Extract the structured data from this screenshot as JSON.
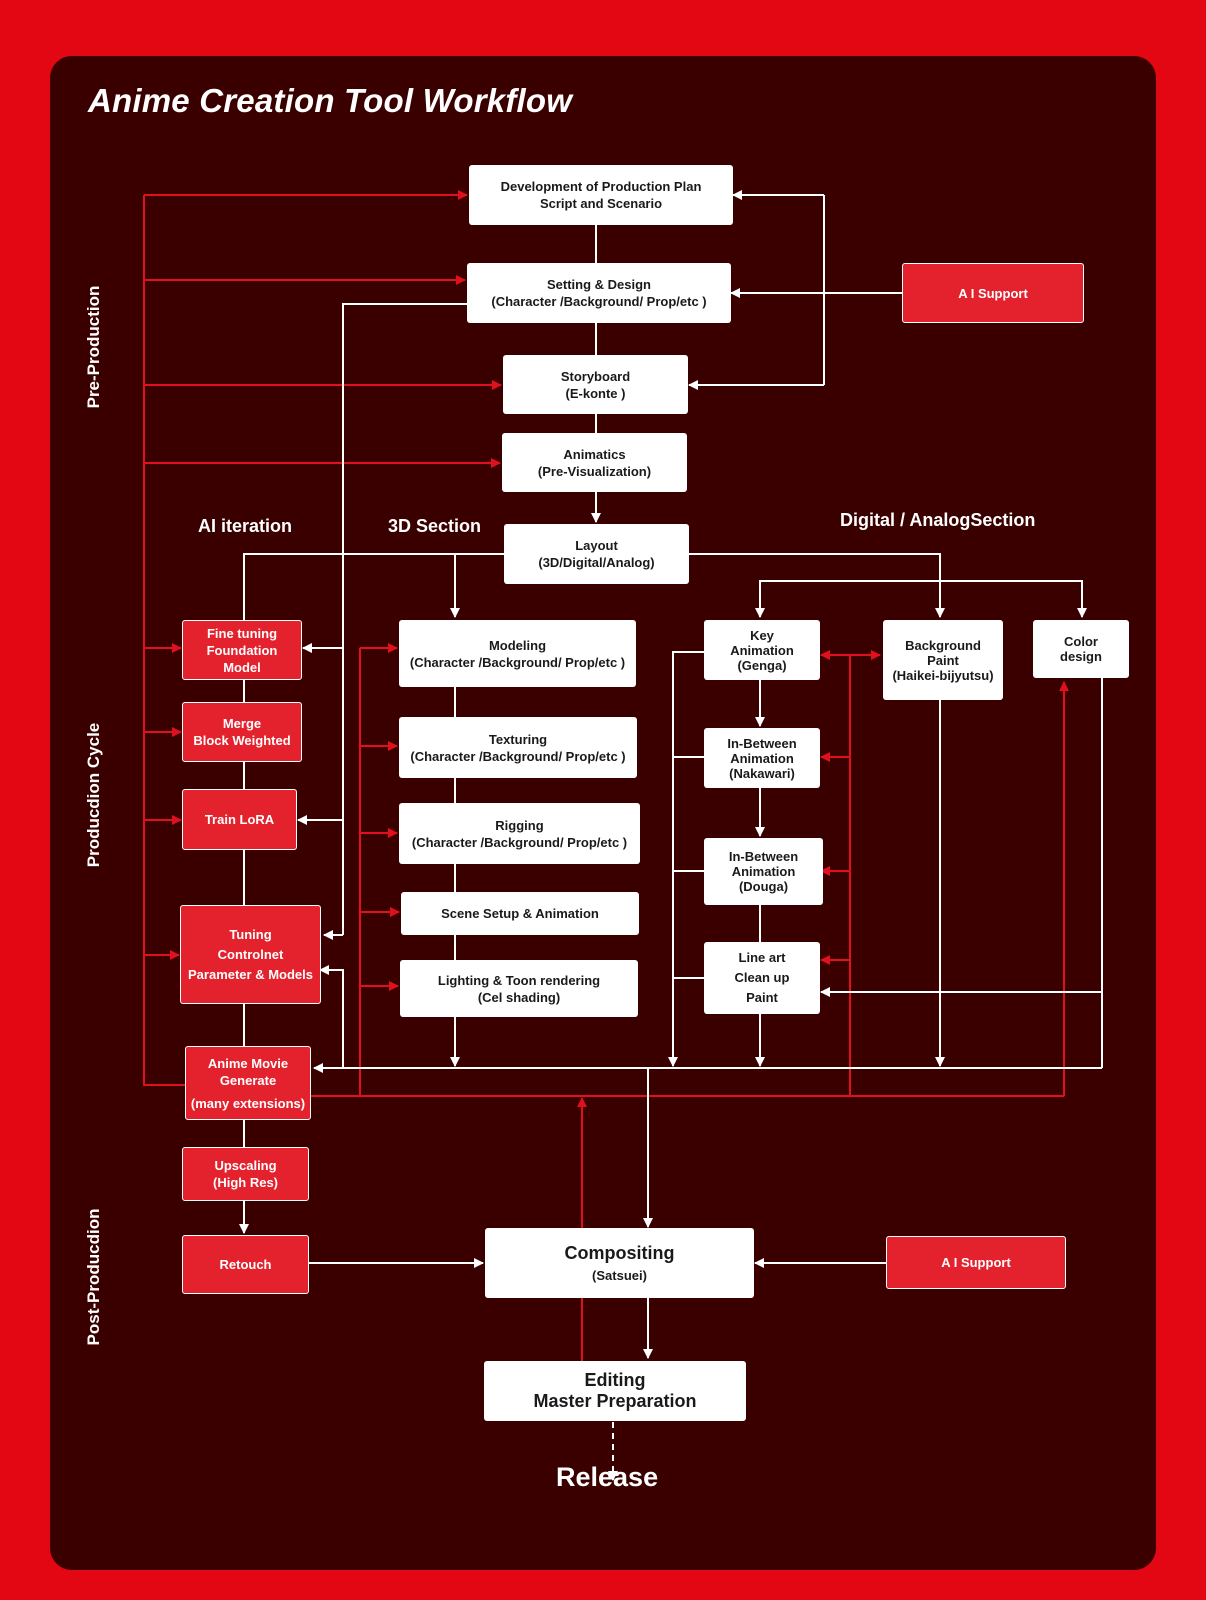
{
  "title": "Anime Creation Tool Workflow",
  "phases": {
    "pre_production": "Pre-Production",
    "production_cycle": "Producdion Cycle",
    "post_production": "Post-Producdion"
  },
  "sections": {
    "ai_iteration": "AI   iteration",
    "three_d": "3D Section",
    "digital_analog": "Digital / AnalogSection"
  },
  "nodes": {
    "production_plan": [
      "Development of Production Plan",
      "Script  and  Scenario"
    ],
    "setting_design": [
      "Setting & Design",
      "(Character /Background/ Prop/etc )"
    ],
    "ai_support_top": [
      "A I Support"
    ],
    "storyboard": [
      "Storyboard",
      "(E-konte )"
    ],
    "animatics": [
      "Animatics",
      "(Pre-Visualization)"
    ],
    "layout": [
      "Layout",
      "(3D/Digital/Analog)"
    ],
    "fine_tuning": [
      "Fine tuning",
      "Foundation",
      "Model"
    ],
    "merge": [
      "Merge",
      "Block Weighted"
    ],
    "train_lora": [
      "Train LoRA"
    ],
    "tuning": [
      "Tuning",
      "Controlnet",
      "Parameter & Models"
    ],
    "anime_movie": [
      "Anime Movie",
      "Generate",
      "(many extensions)"
    ],
    "upscaling": [
      "Upscaling",
      "(High Res)"
    ],
    "retouch": [
      "Retouch"
    ],
    "modeling": [
      "Modeling",
      "(Character /Background/ Prop/etc )"
    ],
    "texturing": [
      "Texturing",
      "(Character /Background/ Prop/etc )"
    ],
    "rigging": [
      "Rigging",
      "(Character /Background/ Prop/etc )"
    ],
    "scene_setup": [
      "Scene Setup & Animation"
    ],
    "lighting": [
      "Lighting & Toon rendering",
      "(Cel shading)"
    ],
    "key_animation": [
      "Key",
      "Animation",
      "(Genga)"
    ],
    "background_paint": [
      "Background",
      "Paint",
      "(Haikei-bijyutsu)"
    ],
    "color_design": [
      "Color",
      "design"
    ],
    "inbetween_nakawari": [
      "In-Between",
      "Animation",
      "(Nakawari)"
    ],
    "inbetween_douga": [
      "In-Between",
      "Animation",
      "(Douga)"
    ],
    "line_art": [
      "Line art",
      "Clean up",
      "Paint"
    ],
    "compositing": [
      "Compositing",
      "(Satsuei)"
    ],
    "ai_support_bottom": [
      "A I Support"
    ],
    "editing": [
      "Editing",
      "Master Preparation"
    ]
  },
  "release": "Release",
  "colors": {
    "background": "#e30613",
    "panel": "#3a0000",
    "accent_box": "#e4222e",
    "accent_line": "#e0101c",
    "white": "#ffffff"
  }
}
